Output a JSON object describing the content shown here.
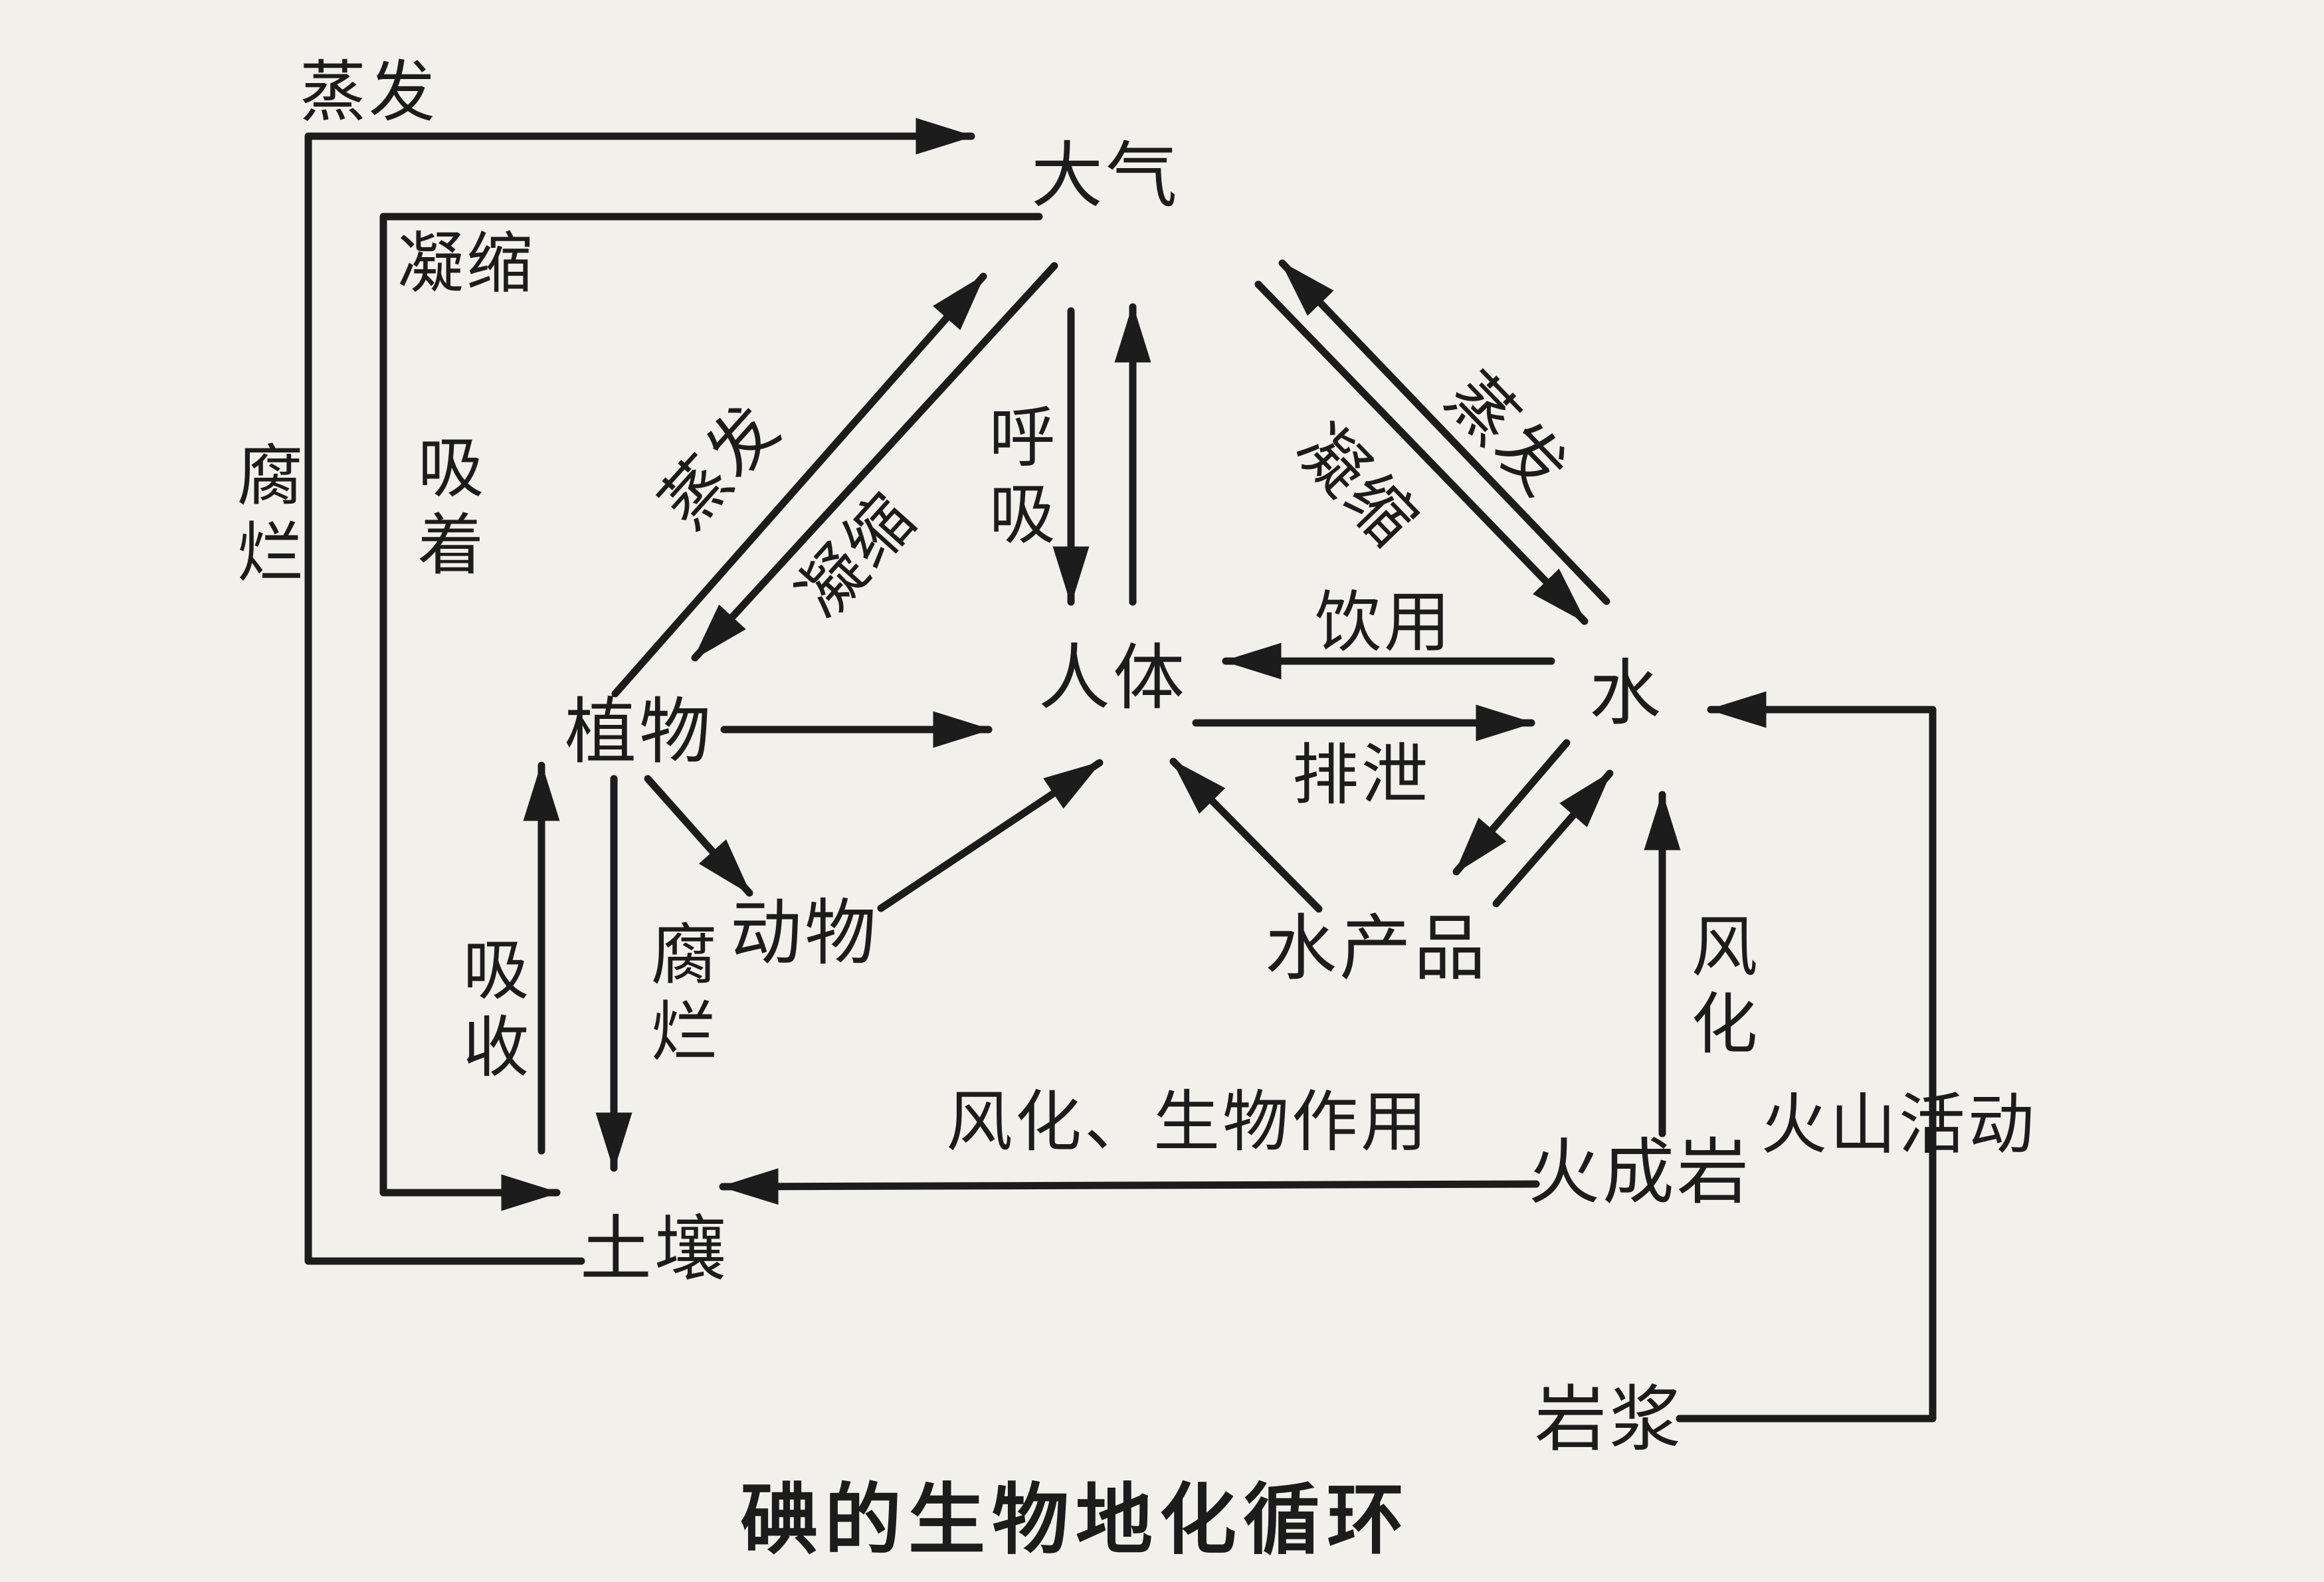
{
  "title": "碘的生物地化循环",
  "colors": {
    "ink": "#1c1c1c",
    "paper": "#f2f0ea"
  },
  "nodes": {
    "atmosphere": "大气",
    "plants": "植物",
    "human_body": "人体",
    "water": "水",
    "animals": "动物",
    "aquatic_products": "水产品",
    "soil": "土壤",
    "igneous_rock": "火成岩",
    "magma": "岩浆"
  },
  "edge_labels": {
    "evaporation_soil_to_atmosphere": "蒸发",
    "condensation_atmosphere_to_soil": "凝缩",
    "decay_soil_to_atmosphere": "腐烂",
    "adsorption": "吸着",
    "evaporation_plants_to_atmosphere": "蒸发",
    "condensation_atmosphere_to_plants": "凝缩",
    "respiration": "呼吸",
    "condensation_atmosphere_to_water": "凝缩",
    "evaporation_water_to_atmosphere": "蒸发",
    "drinking": "饮用",
    "excretion": "排泄",
    "absorption": "吸收",
    "decay_plants_to_soil": "腐烂",
    "weathering": "风化",
    "weathering_biological_action": "风化、生物作用",
    "volcanic_activity": "火山活动"
  }
}
